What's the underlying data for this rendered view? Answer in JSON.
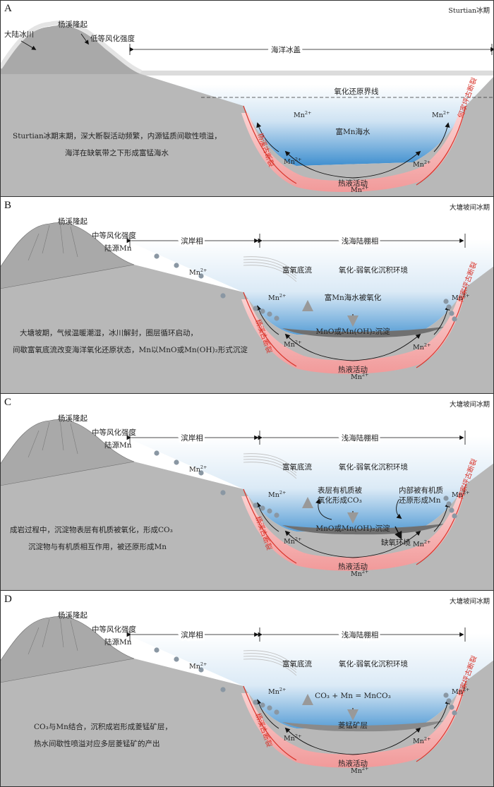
{
  "panels": [
    {
      "letter": "A",
      "period": "Sturtian冰期",
      "labels": {
        "uplift": "杨溪隆起",
        "glacier": "大陆冰川",
        "weathering": "低等风化强度",
        "ocean_ice": "海洋冰盖",
        "redox": "氧化还原界线",
        "water": "富Mn海水",
        "hydro": "热液活动",
        "fault_left": "杨溪古断裂",
        "fault_right": "何家坪古断裂",
        "mn": "Mn"
      },
      "desc": [
        "Sturtian冰期末期，深大断裂活动频繁，内源锰质间歇性喷溢，",
        "海洋在缺氧带之下形成富锰海水"
      ]
    },
    {
      "letter": "B",
      "period": "大塘坡间冰期",
      "labels": {
        "uplift": "杨溪隆起",
        "weathering": "中等风化强度",
        "terrig": "陆源Mn",
        "littoral": "滨岸相",
        "shelf": "浅海陆棚相",
        "current": "富氧底流",
        "env": "氧化-弱氧化沉积环境",
        "water": "富Mn海水被氧化",
        "sediment": "MnO或Mn(OH)₂沉淀",
        "hydro": "热液活动",
        "fault_left": "杨溪古断裂",
        "fault_right": "何家坪古断裂",
        "mn": "Mn"
      },
      "desc": [
        "大塘坡期，气候温暖潮湿，冰川解封，圈层循环启动，",
        "间歇富氧底流改变海洋氧化还原状态，Mn以MnO或Mn(OH)₂形式沉淀"
      ]
    },
    {
      "letter": "C",
      "period": "大塘坡间冰期",
      "labels": {
        "uplift": "杨溪隆起",
        "weathering": "中等风化强度",
        "terrig": "陆源Mn",
        "littoral": "滨岸相",
        "shelf": "浅海陆棚相",
        "current": "富氧底流",
        "env": "氧化-弱氧化沉积环境",
        "surface_org": [
          "表层有机质被",
          "氧化形成CO₃"
        ],
        "inner_org": [
          "内部被有机质",
          "还原形成Mn"
        ],
        "sediment": "MnO或Mn(OH)₂沉淀",
        "anoxic": "缺氧环境",
        "hydro": "热液活动",
        "fault_left": "杨溪古断裂",
        "fault_right": "何家坪古断裂",
        "mn": "Mn"
      },
      "desc": [
        "成岩过程中，沉淀物表层有机质被氧化，形成CO₃",
        "沉淀物与有机质相互作用，被还原形成Mn"
      ]
    },
    {
      "letter": "D",
      "period": "大塘坡间冰期",
      "labels": {
        "uplift": "杨溪隆起",
        "weathering": "中等风化强度",
        "terrig": "陆源Mn",
        "littoral": "滨岸相",
        "shelf": "浅海陆棚相",
        "current": "富氧底流",
        "env": "氧化-弱氧化沉积环境",
        "reaction": "CO₃ + Mn = MnCO₃",
        "sediment": "菱锰矿层",
        "hydro": "热液活动",
        "fault_left": "杨溪古断裂",
        "fault_right": "何家坪古断裂",
        "mn": "Mn"
      },
      "desc": [
        "CO₃与Mn结合，沉积成岩形成菱锰矿层，",
        "热水间歇性喷溢对应多层菱锰矿的产出"
      ]
    }
  ],
  "colors": {
    "rock": "#b8b8b8",
    "mountain": "#a9a9a9",
    "water_top": "#ffffff",
    "water_bottom": "#3f8fcf",
    "hydro": "#f4a0a0",
    "fault": "#d9342b",
    "sediment": "#707070",
    "nodule": "#8a97a3"
  }
}
